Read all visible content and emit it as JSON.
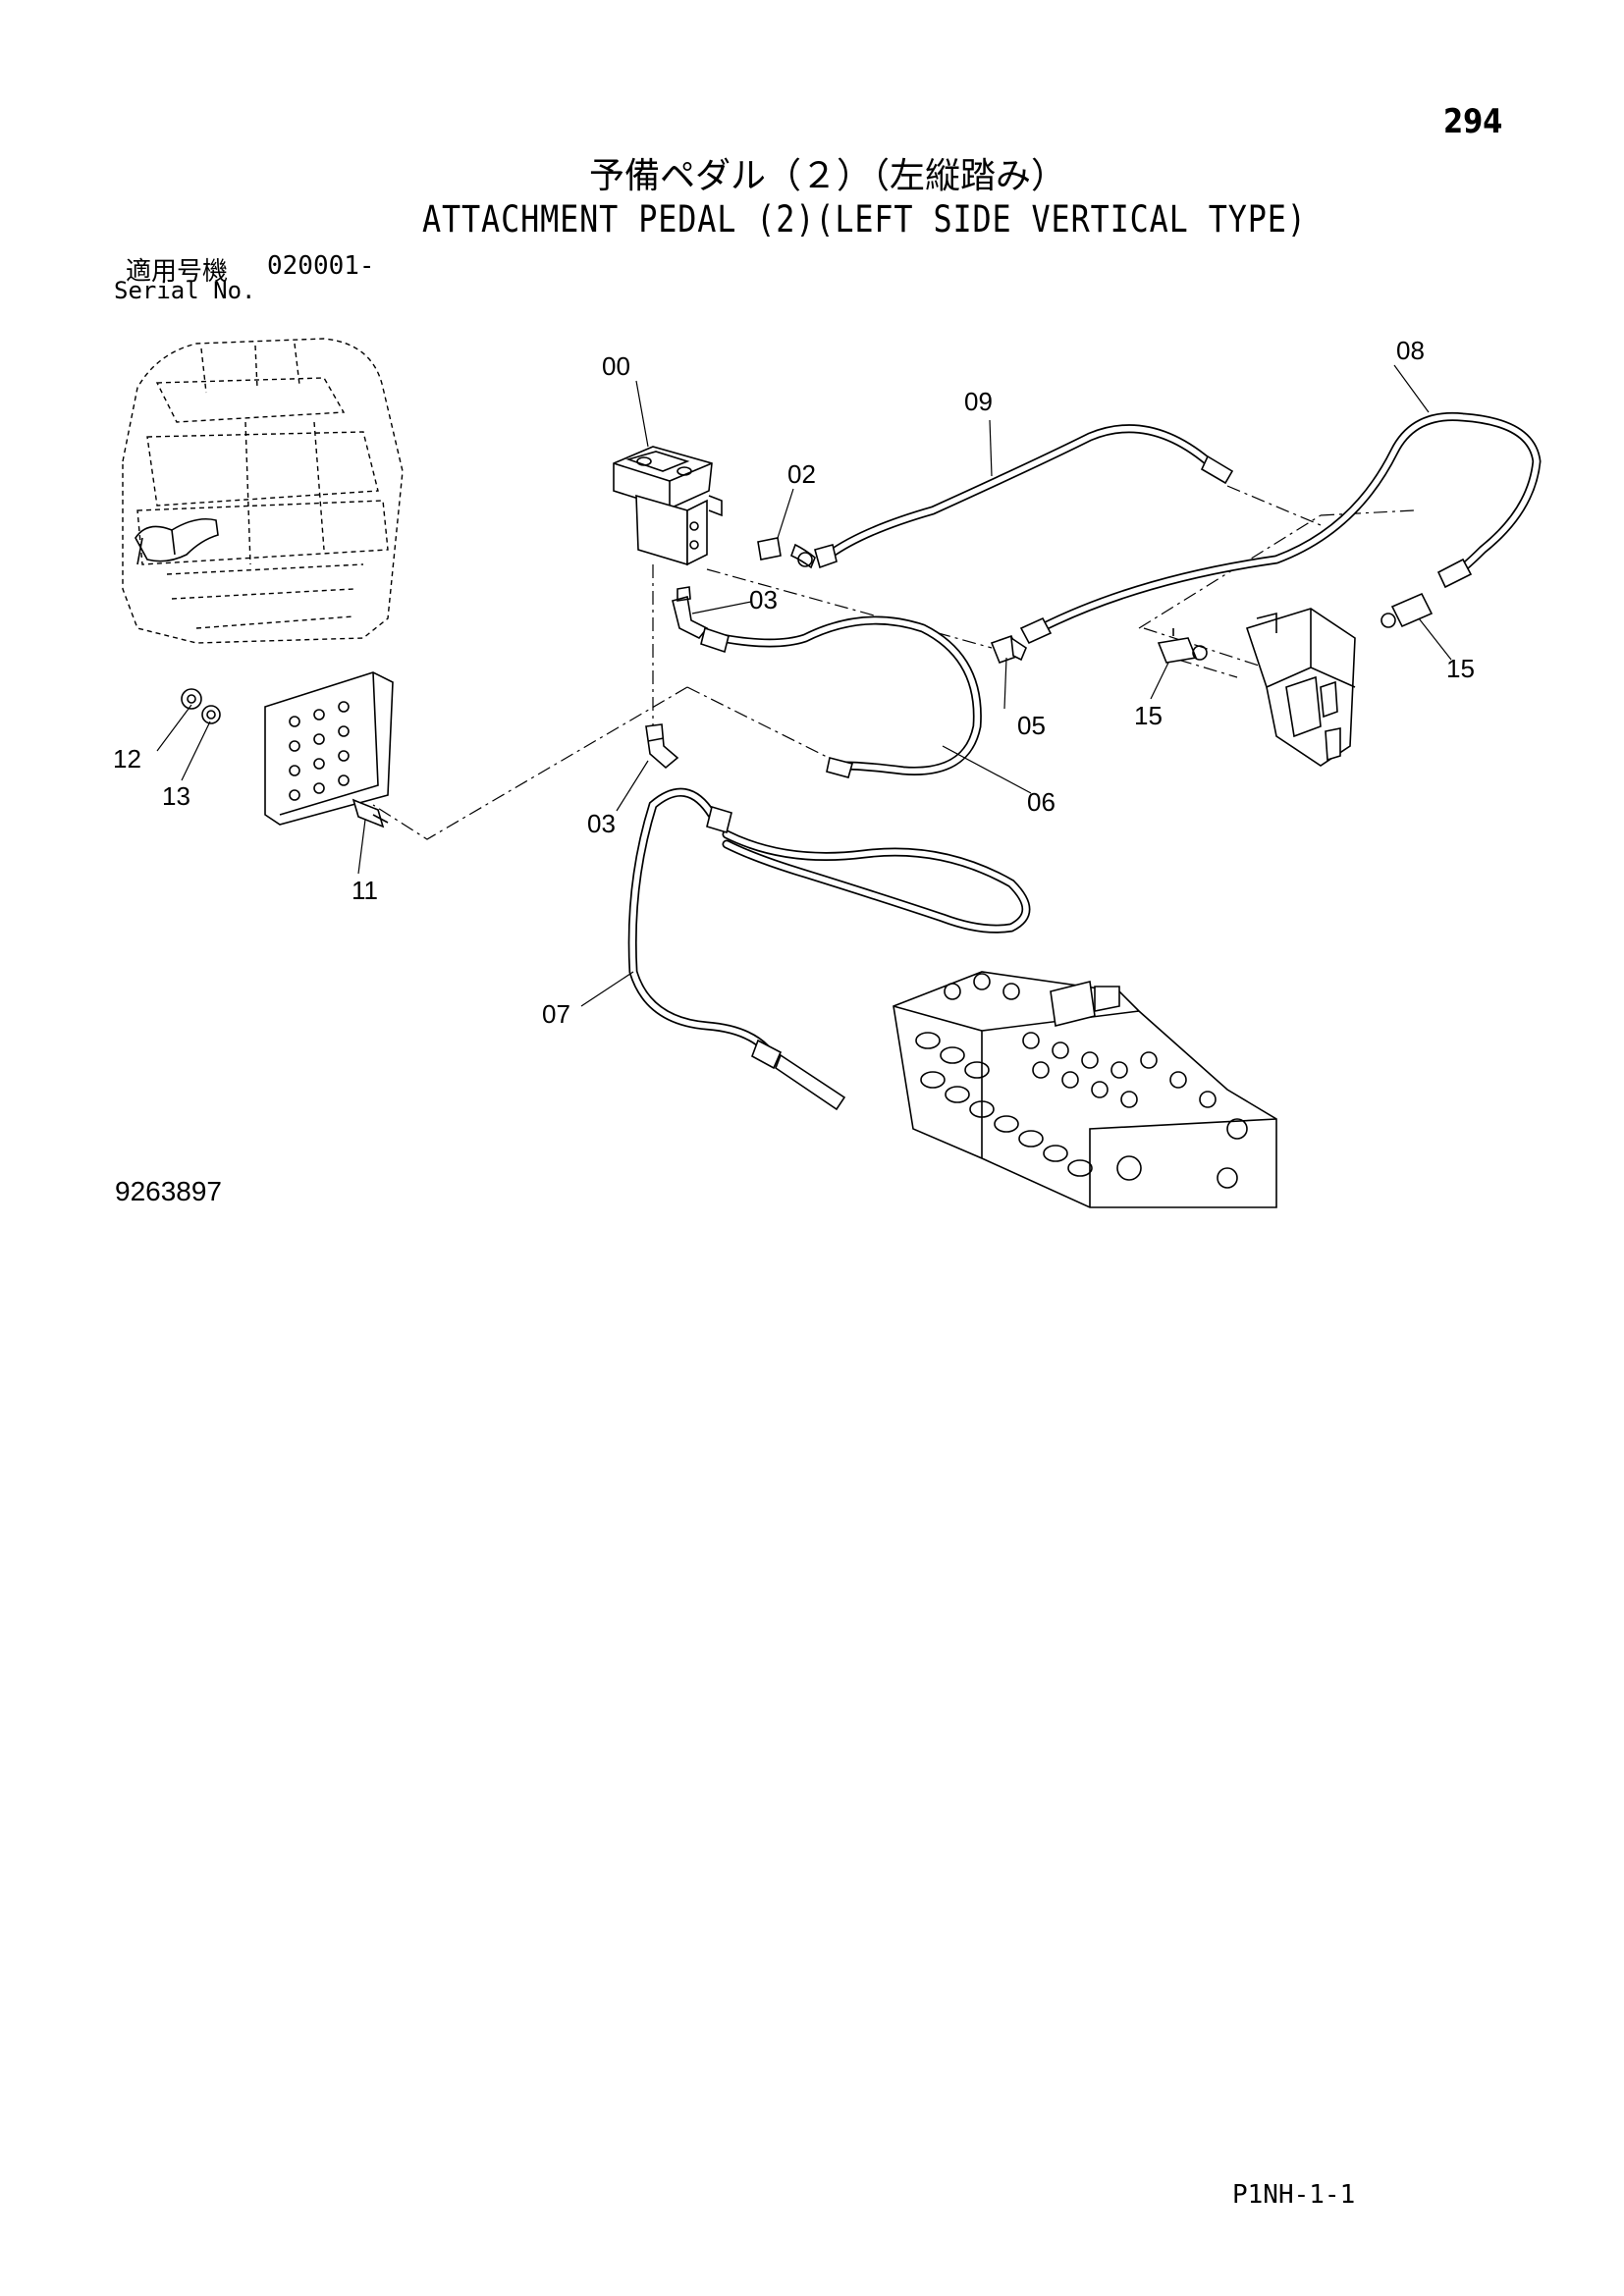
{
  "page_number": "294",
  "title_jp": "予備ペダル（２）（左縦踏み）",
  "title_en": "ATTACHMENT PEDAL (2)(LEFT SIDE VERTICAL TYPE)",
  "serial": {
    "label_jp": "適用号機",
    "value": "020001-",
    "label_en": "Serial No."
  },
  "drawing_number": "9263897",
  "page_code": "P1NH-1-1",
  "callouts": {
    "c00": "00",
    "c02": "02",
    "c03a": "03",
    "c03b": "03",
    "c05": "05",
    "c06": "06",
    "c07": "07",
    "c08": "08",
    "c09": "09",
    "c11": "11",
    "c12": "12",
    "c13": "13",
    "c15a": "15",
    "c15b": "15"
  }
}
